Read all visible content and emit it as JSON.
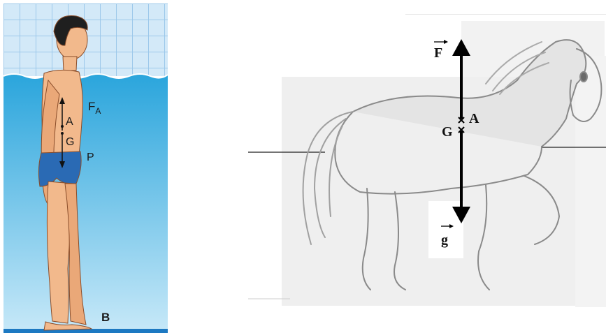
{
  "swimmer_figure": {
    "labels": {
      "buoyancy_force": "F",
      "buoyancy_subscript": "A",
      "point_a": "A",
      "point_g": "G",
      "weight": "P",
      "bottom": "B"
    },
    "colors": {
      "tile_wall": "#cfe6f7",
      "tile_grout": "#9cc8ea",
      "water_top": "#2aa5dc",
      "water_bottom": "#b9e1f6",
      "skin": "#f2b98c",
      "swimsuit": "#2a6ab4",
      "floor": "#1d79c2"
    }
  },
  "horse_figure": {
    "labels": {
      "force_vector": "F",
      "point_a": "A",
      "point_g": "G",
      "gravity_vector": "g"
    },
    "colors": {
      "arrow": "#000000",
      "sketch_bg": "#eeeeee"
    }
  }
}
